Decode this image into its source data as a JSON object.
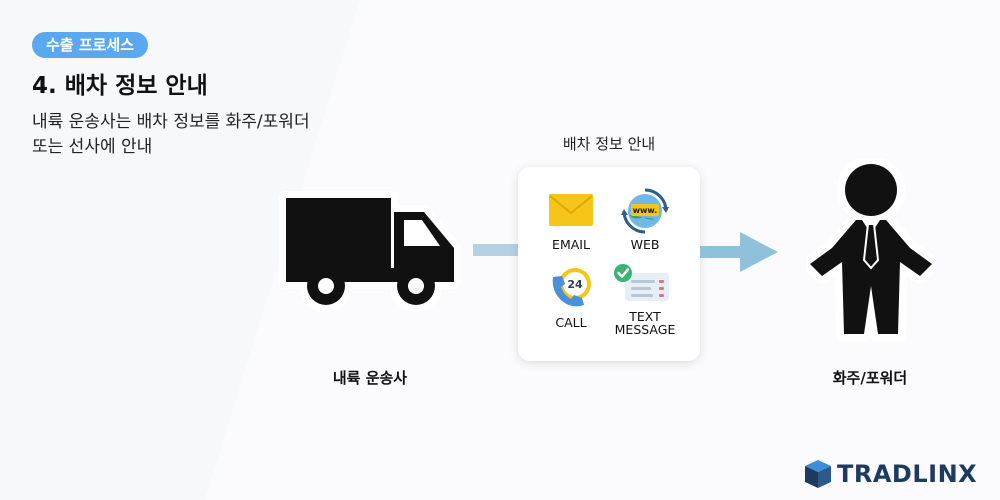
{
  "header": {
    "badge": "수출 프로세스",
    "title": "4. 배차 정보 안내",
    "description_lines": [
      "내륙 운송사는 배차 정보를 화주/포워더",
      "또는 선사에 안내"
    ]
  },
  "diagram": {
    "source_label": "내륙 운송사",
    "card_title": "배차 정보 안내",
    "channels": [
      {
        "label": "EMAIL",
        "icon": "envelope-icon"
      },
      {
        "label": "WEB",
        "icon": "globe-www-icon"
      },
      {
        "label": "CALL",
        "icon": "phone-24-icon"
      },
      {
        "label": "TEXT\nMESSAGE",
        "icon": "text-message-icon"
      }
    ],
    "target_label": "화주/포워더"
  },
  "brand": {
    "logo_text": "TRADLINX"
  },
  "colors": {
    "badge": "#5aa9f0",
    "arrow": "#8fc0dc",
    "connector": "#b5d2e3",
    "email": "#f5c518",
    "logo": "#1e3a5f"
  }
}
